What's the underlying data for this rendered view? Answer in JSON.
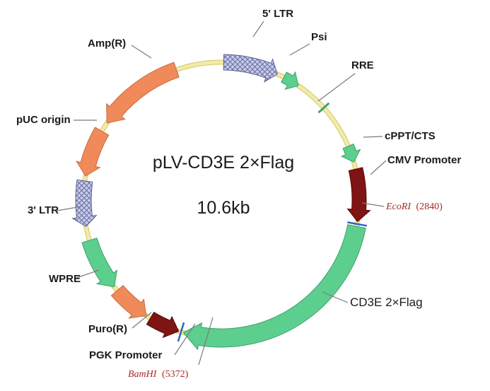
{
  "plasmid": {
    "name": "pLV-CD3E 2×Flag",
    "size": "10.6kb"
  },
  "colors": {
    "backbone": "#f3eba8",
    "backbone_edge": "#d8cf7a",
    "ltr_fill": "#c9cdea",
    "ltr_hatch": "#6a6fa3",
    "green": "#5ccf8f",
    "green_edge": "#3f9f69",
    "orange": "#f08a5a",
    "orange_edge": "#c96a3e",
    "darkred": "#7e1414",
    "site_mark": "#2a66c7",
    "site_text": "#a52a2a"
  },
  "features": [
    {
      "id": "ltr5",
      "label": "5' LTR",
      "kind": "ltr"
    },
    {
      "id": "psi",
      "label": "Psi",
      "kind": "green"
    },
    {
      "id": "rre",
      "label": "RRE",
      "kind": "tick"
    },
    {
      "id": "cppt",
      "label": "cPPT/CTS",
      "kind": "green"
    },
    {
      "id": "cmv",
      "label": "CMV Promoter",
      "kind": "darkred"
    },
    {
      "id": "cd3e",
      "label": "CD3E 2×Flag",
      "kind": "green"
    },
    {
      "id": "pgk",
      "label": "PGK Promoter",
      "kind": "darkred"
    },
    {
      "id": "puro",
      "label": "Puro(R)",
      "kind": "orange"
    },
    {
      "id": "wpre",
      "label": "WPRE",
      "kind": "green"
    },
    {
      "id": "ltr3",
      "label": "3' LTR",
      "kind": "ltr"
    },
    {
      "id": "puc",
      "label": "pUC origin",
      "kind": "orange"
    },
    {
      "id": "amp",
      "label": "Amp(R)",
      "kind": "orange"
    }
  ],
  "sites": [
    {
      "id": "ecori",
      "enzyme": "EcoRI",
      "position": "(2840)"
    },
    {
      "id": "bamhi",
      "enzyme": "BamHI",
      "position": "(5372)"
    }
  ]
}
